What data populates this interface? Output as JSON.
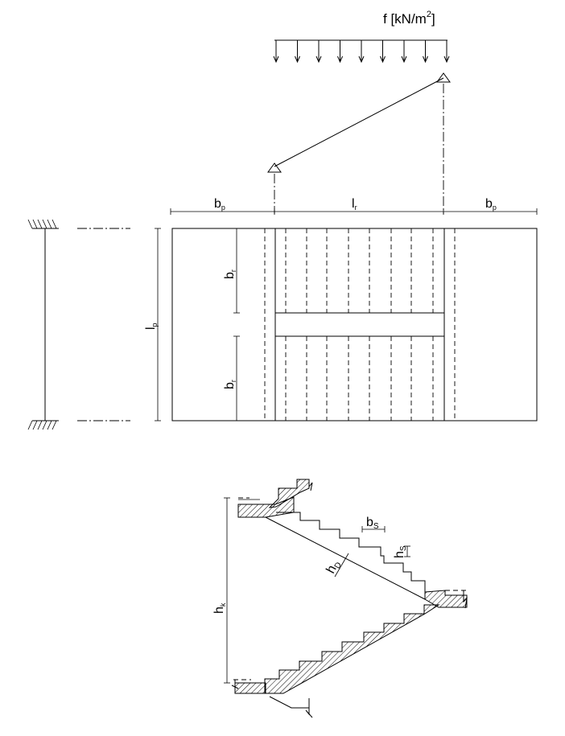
{
  "load": {
    "label": "f [kN/m",
    "exponent": "2",
    "close": "]"
  },
  "dims": {
    "landing_width": {
      "main": "b",
      "sub": "p"
    },
    "flight_length": {
      "main": "l",
      "sub": "r"
    },
    "flight_width": {
      "main": "b",
      "sub": "r"
    },
    "landing_length": {
      "main": "l",
      "sub": "p"
    }
  },
  "section": {
    "tread": {
      "main": "b",
      "sub": "S"
    },
    "riser": {
      "main": "h",
      "sub": "S"
    },
    "slab": {
      "main": "h",
      "sub": "D"
    },
    "height": {
      "main": "h",
      "sub": "k"
    }
  }
}
